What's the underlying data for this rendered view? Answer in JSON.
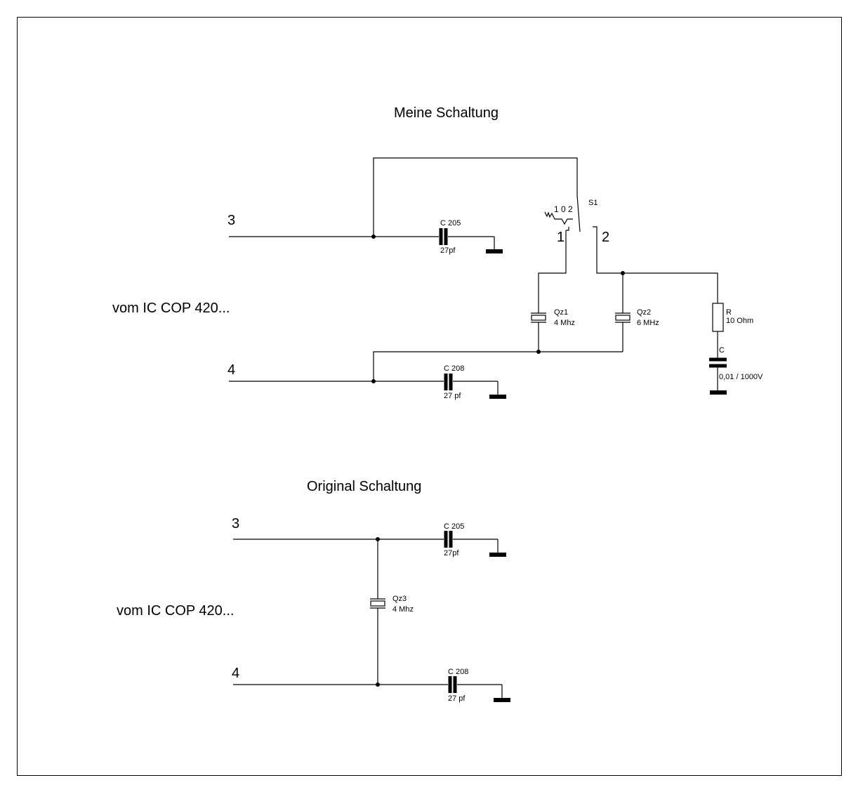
{
  "colors": {
    "line": "#000000",
    "background": "#ffffff"
  },
  "top": {
    "title": "Meine Schaltung",
    "source_label": "vom IC COP 420...",
    "pin3": "3",
    "pin4": "4",
    "c205": {
      "name": "C 205",
      "value": "27pf"
    },
    "c208": {
      "name": "C 208",
      "value": "27 pf"
    },
    "switch": {
      "name": "S1",
      "positions": "1 0 2",
      "contact1": "1",
      "contact2": "2"
    },
    "qz1": {
      "name": "Qz1",
      "value": "4 Mhz"
    },
    "qz2": {
      "name": "Qz2",
      "value": "6 MHz"
    },
    "r": {
      "name": "R",
      "value": "10 Ohm"
    },
    "c": {
      "name": "C",
      "value": "0,01 / 1000V"
    }
  },
  "bottom": {
    "title": "Original Schaltung",
    "source_label": "vom IC COP 420...",
    "pin3": "3",
    "pin4": "4",
    "c205": {
      "name": "C 205",
      "value": "27pf"
    },
    "c208": {
      "name": "C 208",
      "value": "27 pf"
    },
    "qz3": {
      "name": "Qz3",
      "value": "4 Mhz"
    }
  }
}
